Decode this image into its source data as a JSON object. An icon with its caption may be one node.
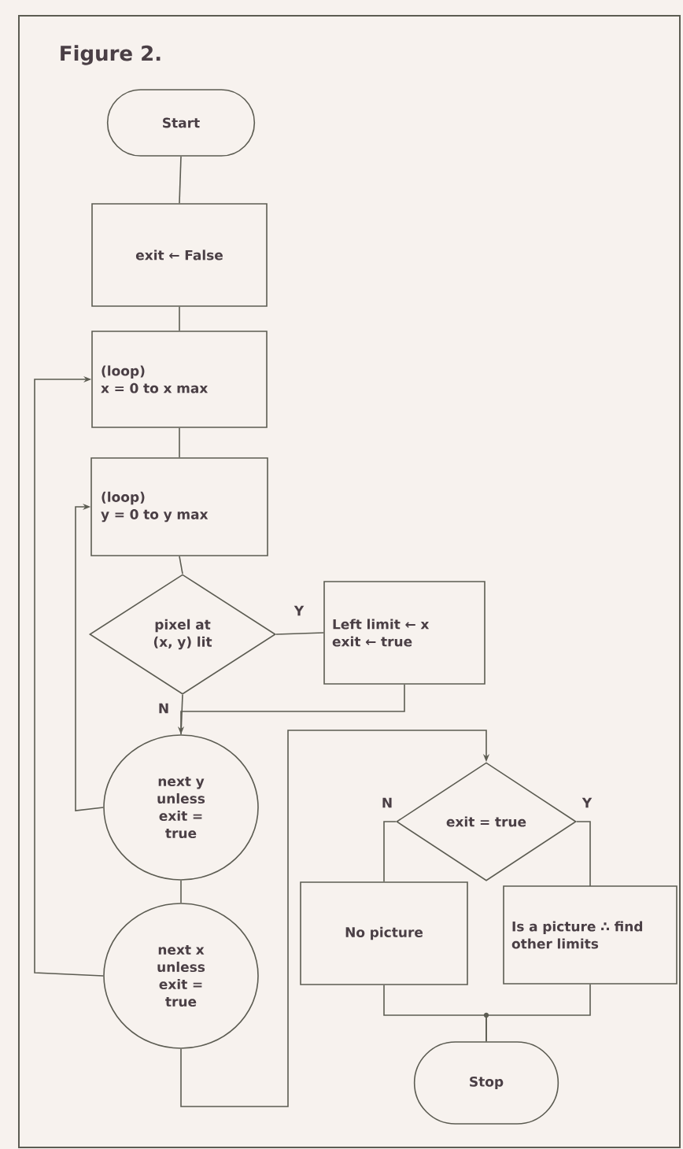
{
  "diagram": {
    "title": "Figure 2.",
    "nodes": [
      {
        "text": [
          "Start"
        ]
      },
      {
        "text": [
          "exit ← False"
        ]
      },
      {
        "text": [
          "(loop)",
          "x = 0 to x max"
        ]
      },
      {
        "text": [
          "(loop)",
          "y = 0 to y max"
        ]
      },
      {
        "text": [
          "pixel at (x, y) lit"
        ]
      },
      {
        "text": [
          "Left limit ← x",
          "exit ← true"
        ]
      },
      {
        "text": [
          "next y unless exit = true"
        ]
      },
      {
        "text": [
          "next x unless exit = true"
        ]
      },
      {
        "text": [
          "exit = true"
        ]
      },
      {
        "text": [
          "No picture"
        ]
      },
      {
        "text": [
          "Is a picture ∴ find other limits"
        ]
      },
      {
        "text": [
          "Stop"
        ]
      }
    ],
    "edges": [
      {
        "from": 0,
        "to": 1,
        "arrow": "none"
      },
      {
        "from": 1,
        "to": 2,
        "arrow": "none"
      },
      {
        "from": 2,
        "to": 3,
        "arrow": "none"
      },
      {
        "from": 3,
        "to": 4,
        "arrow": "none"
      },
      {
        "from": 4,
        "to": 5,
        "arrow": "none",
        "label": "Y"
      },
      {
        "from": 4,
        "to": 6,
        "arrow": "none",
        "label": "N"
      },
      {
        "from": 5,
        "to": 6,
        "arrow": "to"
      },
      {
        "from": 6,
        "to": 7,
        "arrow": "none"
      },
      {
        "from": 6,
        "to": 3,
        "arrow": "to"
      },
      {
        "from": 7,
        "to": 2,
        "arrow": "to"
      },
      {
        "from": 7,
        "to": 8,
        "arrow": "to"
      },
      {
        "from": 8,
        "to": 9,
        "arrow": "none",
        "label": "N"
      },
      {
        "from": 8,
        "to": 10,
        "arrow": "none",
        "label": "Y"
      },
      {
        "from": 9,
        "to": 11,
        "arrow": "none"
      },
      {
        "from": 10,
        "to": 11,
        "arrow": "none"
      }
    ]
  }
}
